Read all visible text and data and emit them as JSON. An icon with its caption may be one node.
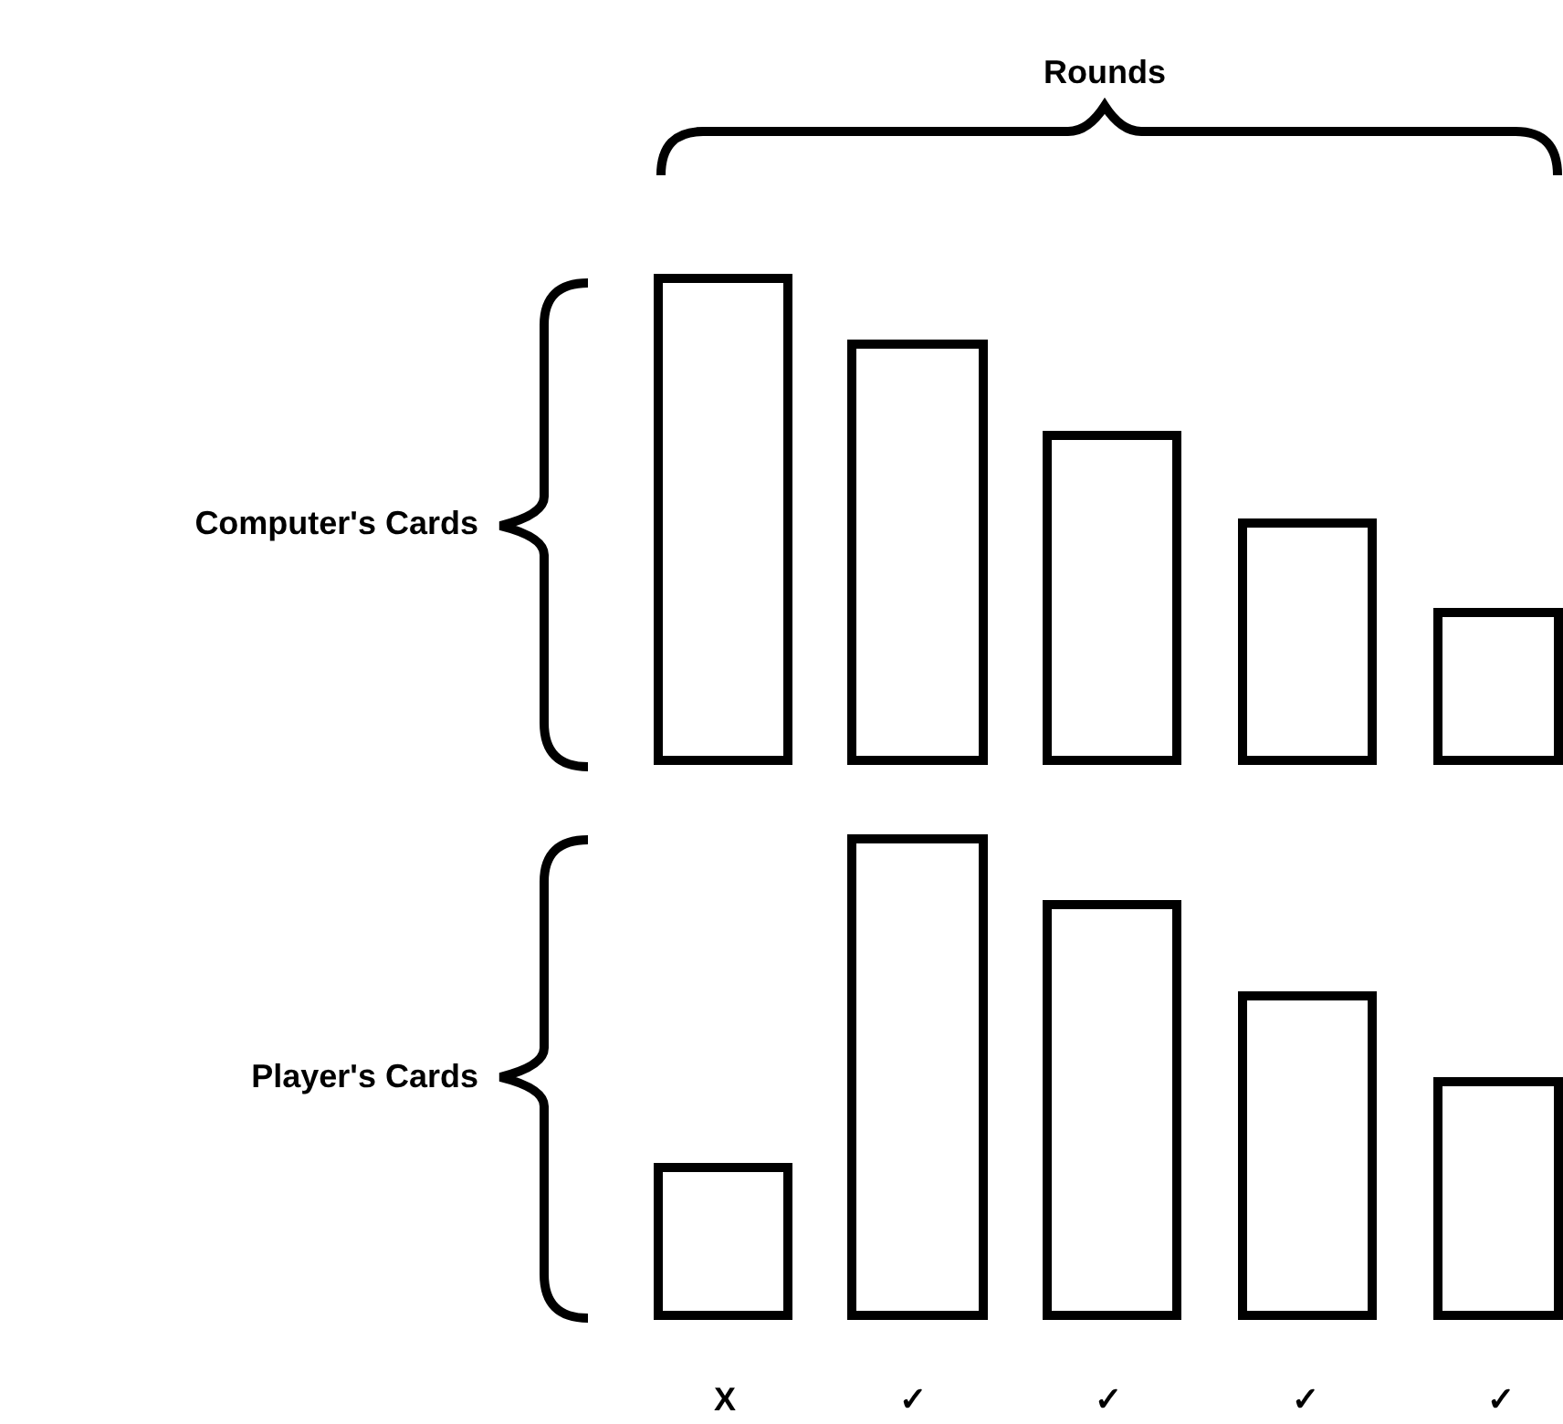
{
  "diagram": {
    "nodes": [
      {
        "text": [],
        "shape": "bar"
      },
      {
        "text": [],
        "shape": "bar"
      },
      {
        "text": [],
        "shape": "bar"
      },
      {
        "text": [],
        "shape": "bar"
      },
      {
        "text": [],
        "shape": "bar"
      },
      {
        "text": [],
        "shape": "bar"
      },
      {
        "text": [],
        "shape": "bar"
      },
      {
        "text": [],
        "shape": "bar"
      },
      {
        "text": [],
        "shape": "bar"
      },
      {
        "text": [],
        "shape": "bar"
      }
    ],
    "labels": [
      "Rounds",
      "Computer's Cards",
      "Player's Cards",
      "X",
      "✓",
      "✓",
      "✓",
      "✓"
    ]
  }
}
